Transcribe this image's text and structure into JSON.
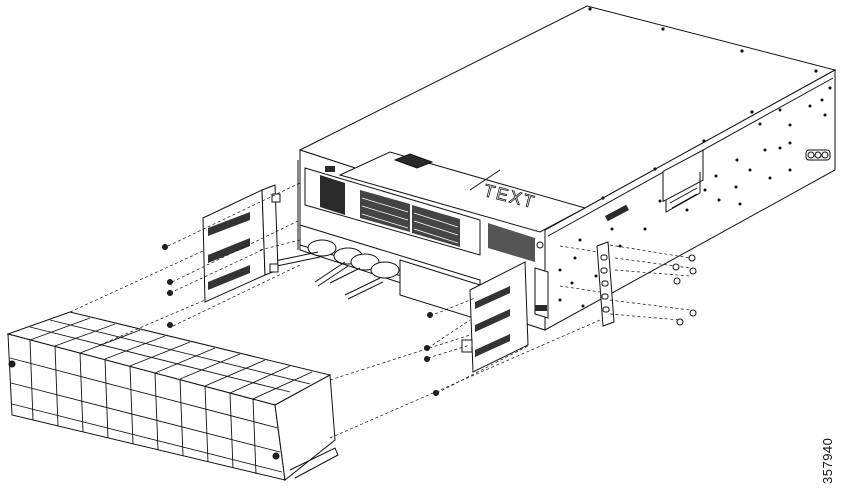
{
  "figure": {
    "type": "exploded-view installation diagram",
    "subject": "rack-mount chassis with front bezel/air-filter cover, side brackets and screws",
    "figure_id": "357940",
    "lid_label": "TEXT"
  },
  "components": [
    {
      "name": "chassis",
      "description": "router chassis with top cover, side ventilation holes and side handle"
    },
    {
      "name": "front-panel",
      "description": "I/O modules, port blocks and 4 power supply/fan units with handles"
    },
    {
      "name": "left-cable-management-bracket",
      "description": "bracket with 3 rows of slotted fingers"
    },
    {
      "name": "right-cable-management-bracket",
      "description": "bracket with 3 rows of slotted fingers"
    },
    {
      "name": "rack-mount-ear",
      "description": "vertical ear with slotted holes on right side"
    },
    {
      "name": "front-bezel-filter",
      "description": "box-shaped cover with grid pattern"
    },
    {
      "name": "screws",
      "count": 14
    }
  ],
  "colors": {
    "line": "#111111",
    "fill": "#ffffff",
    "dense": "#2a2a2a"
  }
}
